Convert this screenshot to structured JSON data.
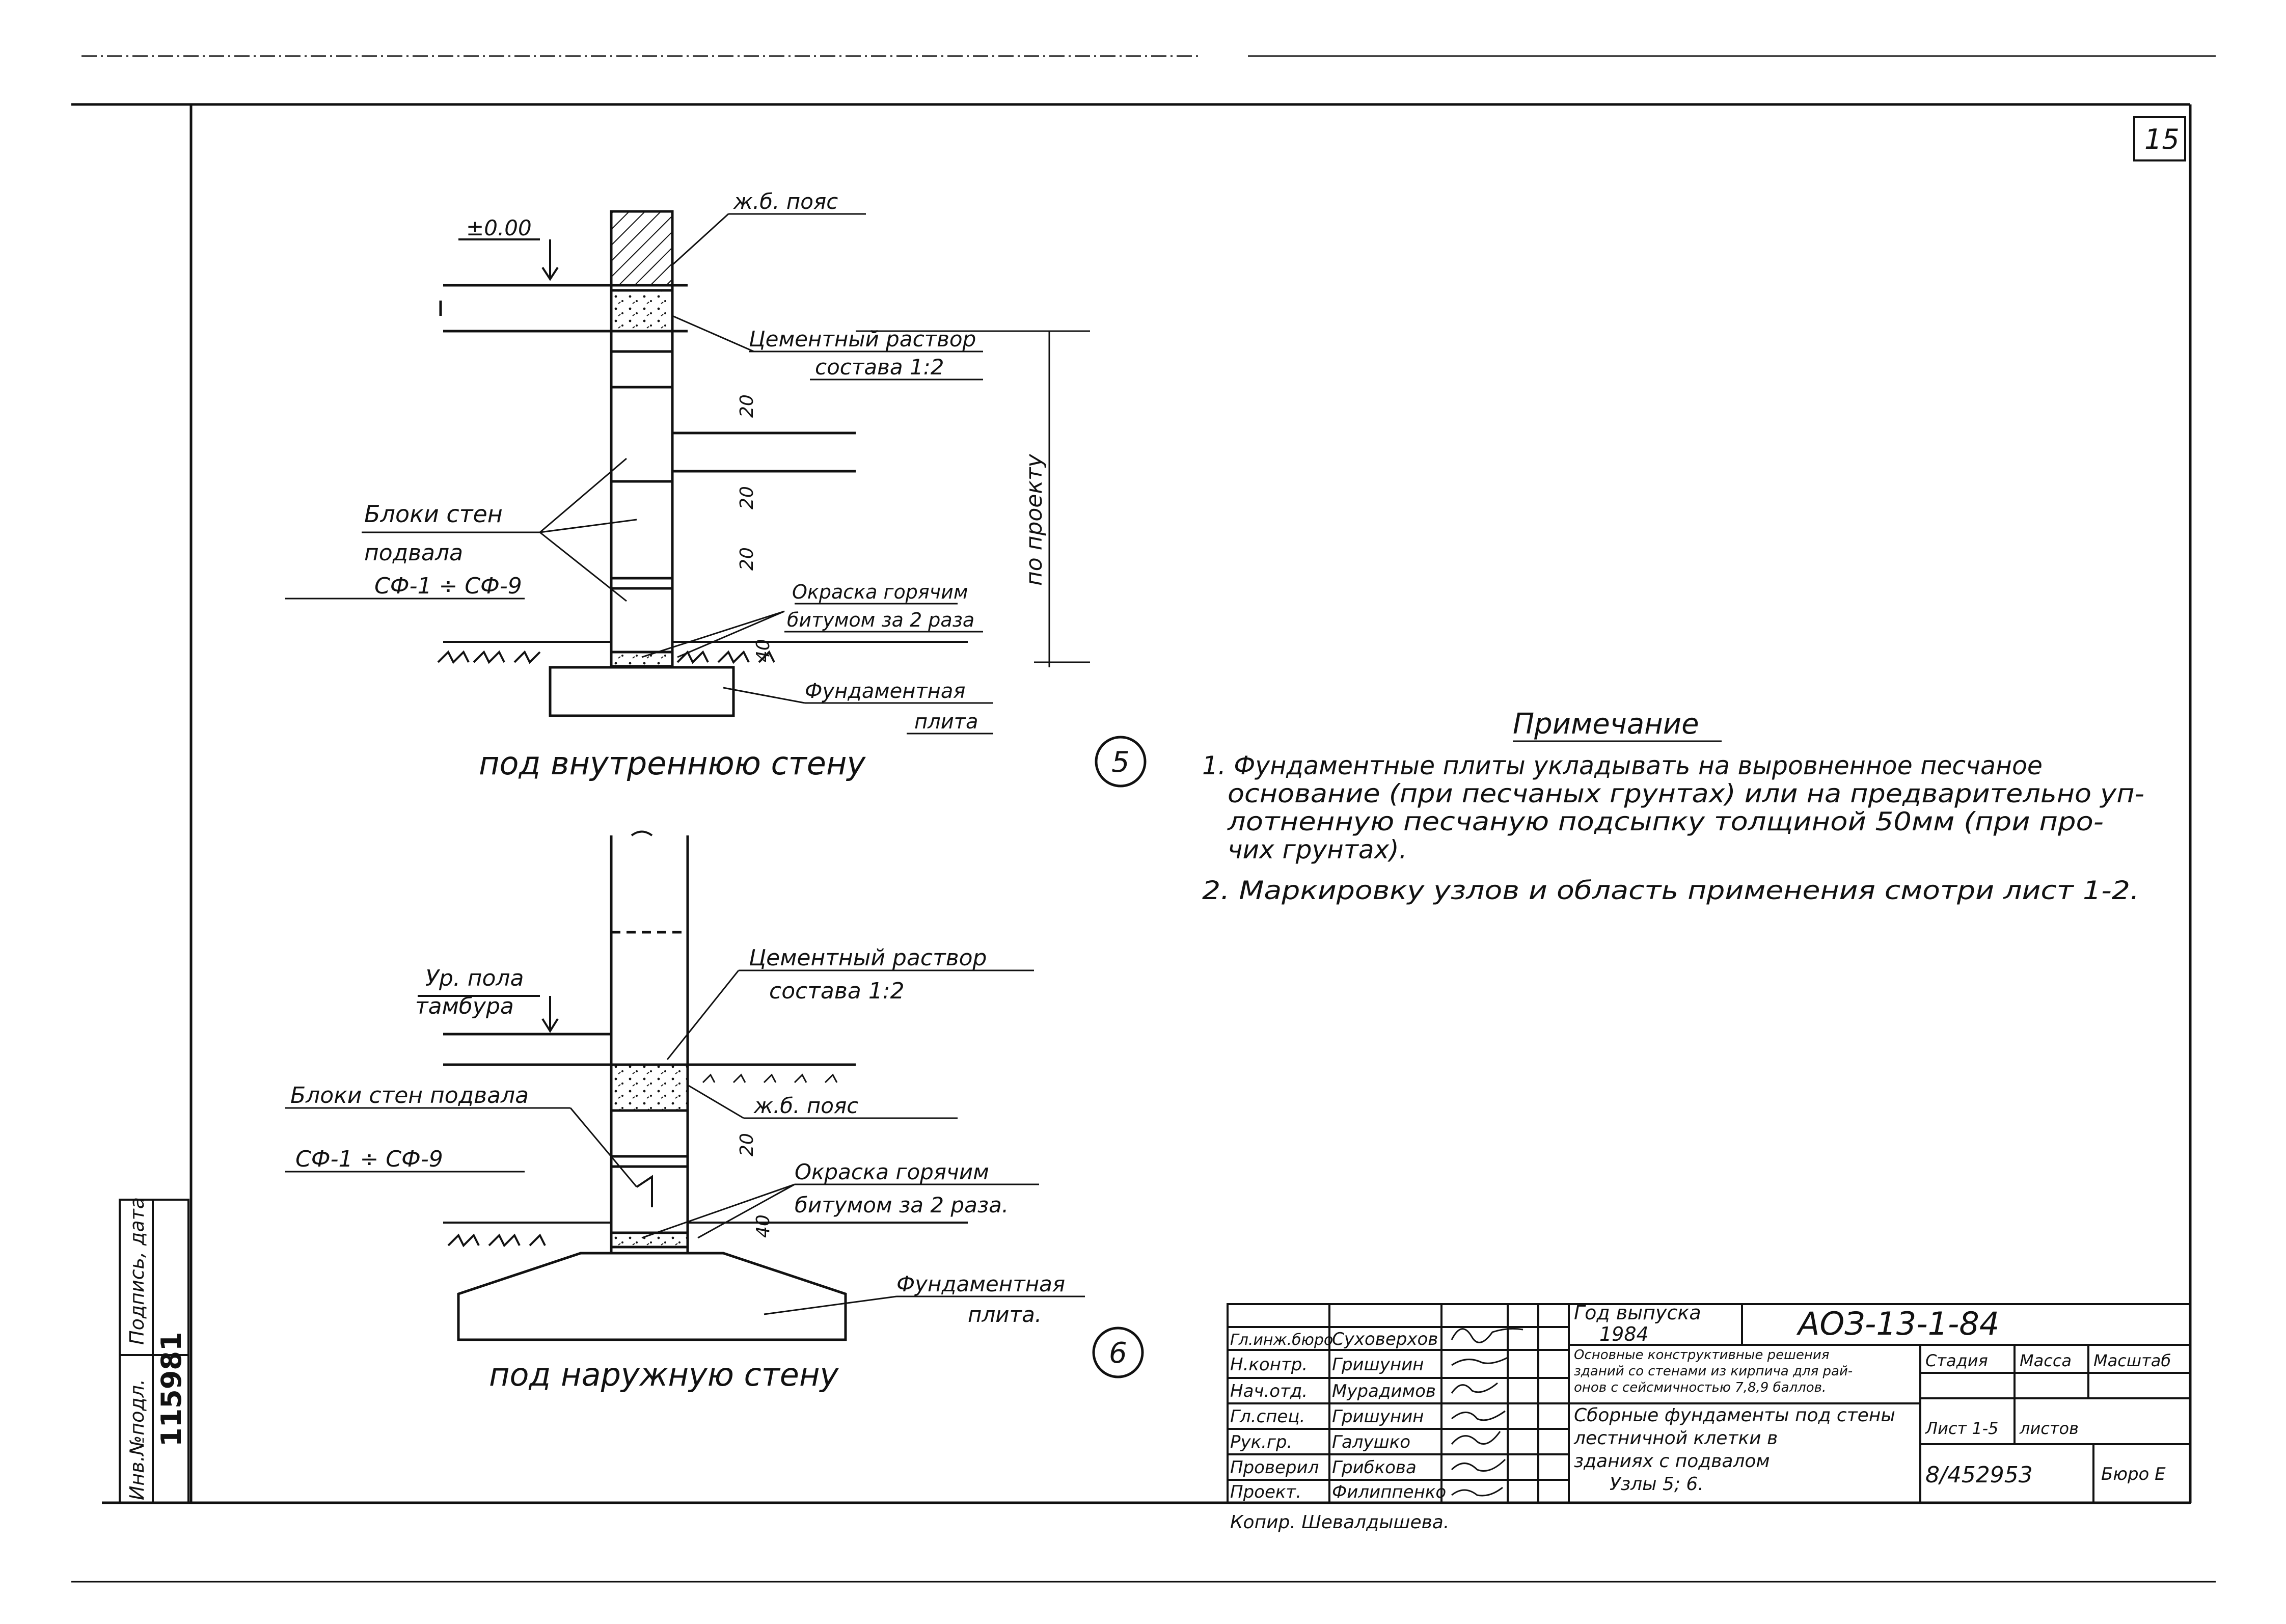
{
  "sheet": {
    "page_number": "15"
  },
  "node5": {
    "marker": "5",
    "level_mark": "±0.00",
    "belt_label": "ж.б. пояс",
    "mortar_label_1": "Цементный раствор",
    "mortar_label_2": "состава 1:2",
    "dim_20a": "20",
    "dim_20b": "20",
    "dim_20c": "20",
    "dim_40": "40",
    "by_project": "по проекту",
    "blocks_1": "Блоки стен",
    "blocks_2": "подвала",
    "blocks_3": "СФ-1 ÷ СФ-9",
    "paint_1": "Окраска горячим",
    "paint_2": "битумом за 2 раза",
    "slab_1": "Фундаментная",
    "slab_2": "плита",
    "caption": "под внутреннюю стену"
  },
  "node6": {
    "marker": "6",
    "floor_1": "Ур. пола",
    "floor_2": "тамбура",
    "mortar_label_1": "Цементный раствор",
    "mortar_label_2": "состава 1:2",
    "blocks_1": "Блоки стен подвала",
    "blocks_2": "СФ-1 ÷ СФ-9",
    "belt_label": "ж.б. пояс",
    "dim_20": "20",
    "dim_40": "40",
    "paint_1": "Окраска горячим",
    "paint_2": "битумом за 2 раза.",
    "slab_1": "Фундаментная",
    "slab_2": "плита.",
    "caption": "под наружную стену"
  },
  "notes": {
    "title": "Примечание",
    "lines": [
      "1. Фундаментные плиты укладывать на выровненное песчаное",
      "основание (при песчаных грунтах) или на предварительно уп-",
      "лотненную песчаную подсыпку толщиной 50мм (при про-",
      "чих грунтах).",
      "2. Маркировку узлов и область применения смотри лист 1-2."
    ]
  },
  "stamp": {
    "roles": [
      "Гл.инж.бюро",
      "Н.контр.",
      "Нач.отд.",
      "Гл.спец.",
      "Рук.гр.",
      "Проверил",
      "Проект."
    ],
    "names": [
      "Суховерхов",
      "Гришунин",
      "Мурадимов",
      "Гришунин",
      "Галушко",
      "Грибкова",
      "Филиппенко"
    ],
    "year_label": "Год выпуска",
    "year": "1984",
    "code": "АОЗ-13-1-84",
    "series_1": "Основные конструктивные решения",
    "series_2": "зданий со стенами из кирпича для рай-",
    "series_3": "онов с сейсмичностью 7,8,9 баллов.",
    "title_1": "Сборные фундаменты под стены",
    "title_2": "лестничной клетки в",
    "title_3": "зданиях с подвалом",
    "title_4": "Узлы 5; 6.",
    "col_stage": "Стадия",
    "col_mass": "Масса",
    "col_scale": "Масштаб",
    "sheet_label": "Лист 1-5",
    "sheets_label": "листов",
    "inv_number": "8/452953",
    "bureau": "Бюро Е",
    "copied": "Копир. Шевалдышева."
  },
  "side": {
    "inv_label": "Инв.№подл.",
    "inv_value": "115981",
    "sign_label": "Подпись, дата"
  }
}
